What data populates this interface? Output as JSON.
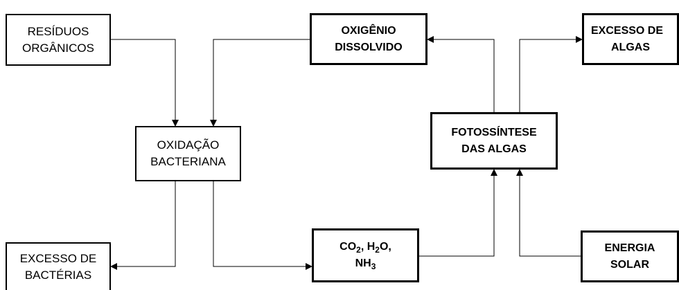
{
  "nodes": {
    "residuos": {
      "line1": "RESÍDUOS",
      "line2": "ORGÂNICOS"
    },
    "oxidacao": {
      "line1": "OXIDAÇÃO",
      "line2": "BACTERIANA"
    },
    "excesso_bacterias": {
      "line1": "EXCESSO DE",
      "line2": "BACTÉRIAS"
    },
    "oxigenio": {
      "line1": "OXIGÊNIO",
      "line2": "DISSOLVIDO"
    },
    "fotossintese": {
      "line1": "FOTOSSÍNTESE",
      "line2": "DAS ALGAS"
    },
    "excesso_algas": {
      "line1": "EXCESSO DE",
      "line2": "ALGAS"
    },
    "compostos": {
      "co": "CO",
      "co_sub": "2",
      "sep1": ", H",
      "h_sub": "2",
      "o_part": "O,",
      "nh": "NH",
      "nh_sub": "3"
    },
    "energia": {
      "line1": "ENERGIA",
      "line2": "SOLAR"
    }
  },
  "colors": {
    "stroke": "#000000",
    "background": "#ffffff"
  }
}
